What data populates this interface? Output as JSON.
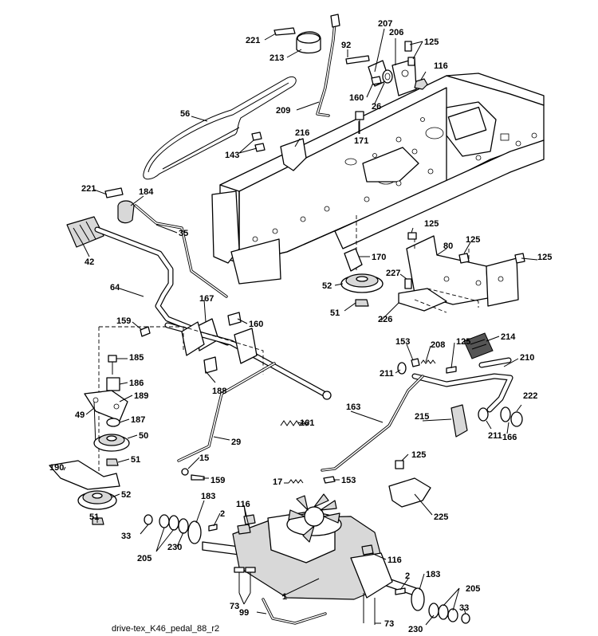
{
  "caption": "drive-tex_K46_pedal_88_r2",
  "callouts": [
    {
      "id": "c221a",
      "text": "221"
    },
    {
      "id": "c213",
      "text": "213"
    },
    {
      "id": "c92",
      "text": "92"
    },
    {
      "id": "c207",
      "text": "207"
    },
    {
      "id": "c206",
      "text": "206"
    },
    {
      "id": "c125a",
      "text": "125"
    },
    {
      "id": "c116a",
      "text": "116"
    },
    {
      "id": "c56",
      "text": "56"
    },
    {
      "id": "c160a",
      "text": "160"
    },
    {
      "id": "c26",
      "text": "26"
    },
    {
      "id": "c209",
      "text": "209"
    },
    {
      "id": "c171",
      "text": "171"
    },
    {
      "id": "c216",
      "text": "216"
    },
    {
      "id": "c143",
      "text": "143"
    },
    {
      "id": "c221b",
      "text": "221"
    },
    {
      "id": "c184",
      "text": "184"
    },
    {
      "id": "c35",
      "text": "35"
    },
    {
      "id": "c42",
      "text": "42"
    },
    {
      "id": "c125b",
      "text": "125"
    },
    {
      "id": "c80",
      "text": "80"
    },
    {
      "id": "c125c",
      "text": "125"
    },
    {
      "id": "c125d",
      "text": "125"
    },
    {
      "id": "c170",
      "text": "170"
    },
    {
      "id": "c227",
      "text": "227"
    },
    {
      "id": "c52a",
      "text": "52"
    },
    {
      "id": "c64",
      "text": "64"
    },
    {
      "id": "c51a",
      "text": "51"
    },
    {
      "id": "c226",
      "text": "226"
    },
    {
      "id": "c167",
      "text": "167"
    },
    {
      "id": "c160b",
      "text": "160"
    },
    {
      "id": "c159a",
      "text": "159"
    },
    {
      "id": "c214",
      "text": "214"
    },
    {
      "id": "c153a",
      "text": "153"
    },
    {
      "id": "c208",
      "text": "208"
    },
    {
      "id": "c125e",
      "text": "125"
    },
    {
      "id": "c185",
      "text": "185"
    },
    {
      "id": "c210",
      "text": "210"
    },
    {
      "id": "c211a",
      "text": "211"
    },
    {
      "id": "c186",
      "text": "186"
    },
    {
      "id": "c188",
      "text": "188"
    },
    {
      "id": "c189",
      "text": "189"
    },
    {
      "id": "c222",
      "text": "222"
    },
    {
      "id": "c163",
      "text": "163"
    },
    {
      "id": "c49",
      "text": "49"
    },
    {
      "id": "c187",
      "text": "187"
    },
    {
      "id": "c161",
      "text": "161"
    },
    {
      "id": "c215",
      "text": "215"
    },
    {
      "id": "c211b",
      "text": "211"
    },
    {
      "id": "c50",
      "text": "50"
    },
    {
      "id": "c29",
      "text": "29"
    },
    {
      "id": "c166",
      "text": "166"
    },
    {
      "id": "c51b",
      "text": "51"
    },
    {
      "id": "c15",
      "text": "15"
    },
    {
      "id": "c190",
      "text": "190"
    },
    {
      "id": "c125f",
      "text": "125"
    },
    {
      "id": "c159b",
      "text": "159"
    },
    {
      "id": "c17",
      "text": "17"
    },
    {
      "id": "c153b",
      "text": "153"
    },
    {
      "id": "c52b",
      "text": "52"
    },
    {
      "id": "c183a",
      "text": "183"
    },
    {
      "id": "c2a",
      "text": "2"
    },
    {
      "id": "c116b",
      "text": "116"
    },
    {
      "id": "c225",
      "text": "225"
    },
    {
      "id": "c51c",
      "text": "51"
    },
    {
      "id": "c33a",
      "text": "33"
    },
    {
      "id": "c205a",
      "text": "205"
    },
    {
      "id": "c230a",
      "text": "230"
    },
    {
      "id": "c116c",
      "text": "116"
    },
    {
      "id": "c2b",
      "text": "2"
    },
    {
      "id": "c183b",
      "text": "183"
    },
    {
      "id": "c1",
      "text": "1"
    },
    {
      "id": "c205b",
      "text": "205"
    },
    {
      "id": "c73a",
      "text": "73"
    },
    {
      "id": "c33b",
      "text": "33"
    },
    {
      "id": "c99",
      "text": "99"
    },
    {
      "id": "c73b",
      "text": "73"
    },
    {
      "id": "c230b",
      "text": "230"
    }
  ]
}
